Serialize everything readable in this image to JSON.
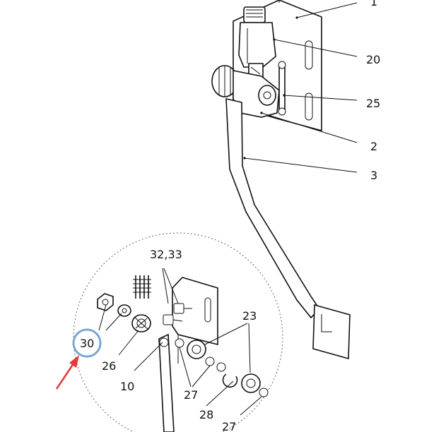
{
  "labels": {
    "l1": "1",
    "l20": "20",
    "l25": "25",
    "l2": "2",
    "l3": "3",
    "l3233": "32,33",
    "l23": "23",
    "l30": "30",
    "l26": "26",
    "l10": "10",
    "l27a": "27",
    "l28": "28",
    "l27b": "27"
  },
  "colors": {
    "highlight_circle": "#7aa6d6",
    "arrow": "#e53935",
    "ink": "#111111"
  }
}
